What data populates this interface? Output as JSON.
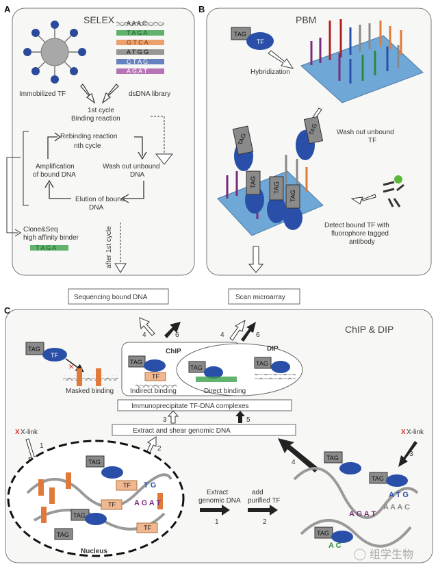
{
  "panels": {
    "a": {
      "letter": "A",
      "title": "SELEX",
      "immobilized_tf": "Immobilized TF",
      "dsdna_library": "dsDNA library",
      "first_cycle": "1st cycle",
      "binding_reaction": "Binding reaction",
      "rebinding": "Rebinding reaction",
      "nth_cycle": "nth cycle",
      "amplification": "Amplification",
      "of_bound_dna": "of bound DNA",
      "wash_out": "Wash out unbound",
      "wash_dna": "DNA",
      "elution": "Elution of bound",
      "elution_dna": "DNA",
      "clone_seq": "Clone&Seq",
      "high_affinity": "high affinity binder",
      "after_first": "after 1st cycle",
      "result": "Sequencing bound DNA"
    },
    "b": {
      "letter": "B",
      "title": "PBM",
      "tag": "TAG",
      "tf": "TF",
      "hybridization": "Hybridization",
      "wash_out": "Wash out unbound",
      "wash_tf": "TF",
      "detect1": "Detect bound TF with",
      "detect2": "fluorophore tagged",
      "detect3": "antibody",
      "result": "Scan microarray"
    },
    "c": {
      "letter": "C",
      "title": "ChIP & DIP",
      "chip": "ChIP",
      "dip": "DIP",
      "masked": "Masked binding",
      "indirect": "Indirect binding",
      "direct": "Direct binding",
      "immuno": "Immunoprecipitate TF-DNA complexes",
      "extract_shear": "Extract and shear genomic DNA",
      "xlink": "X-link",
      "x_letter": "X",
      "nucleus": "Nucleus",
      "extract1": "Extract",
      "extract2": "genomic DNA",
      "add1": "add",
      "add2": "purified TF",
      "n1": "1",
      "n2": "2",
      "n3": "3",
      "n4": "4",
      "n5": "5",
      "n6": "6",
      "tf_label": "TF",
      "tag": "TAG",
      "watermark": "组学生物"
    }
  },
  "colors": {
    "tf_blue": "#2a4fa8",
    "tag_grey": "#8a8a8a",
    "array_blue": "#6fa8d6",
    "dna_purple": "#7a2a7a",
    "dna_green": "#2a8a3a",
    "dna_orange": "#e07a3a",
    "dna_red": "#b02020",
    "xlink_red": "#d03030"
  }
}
